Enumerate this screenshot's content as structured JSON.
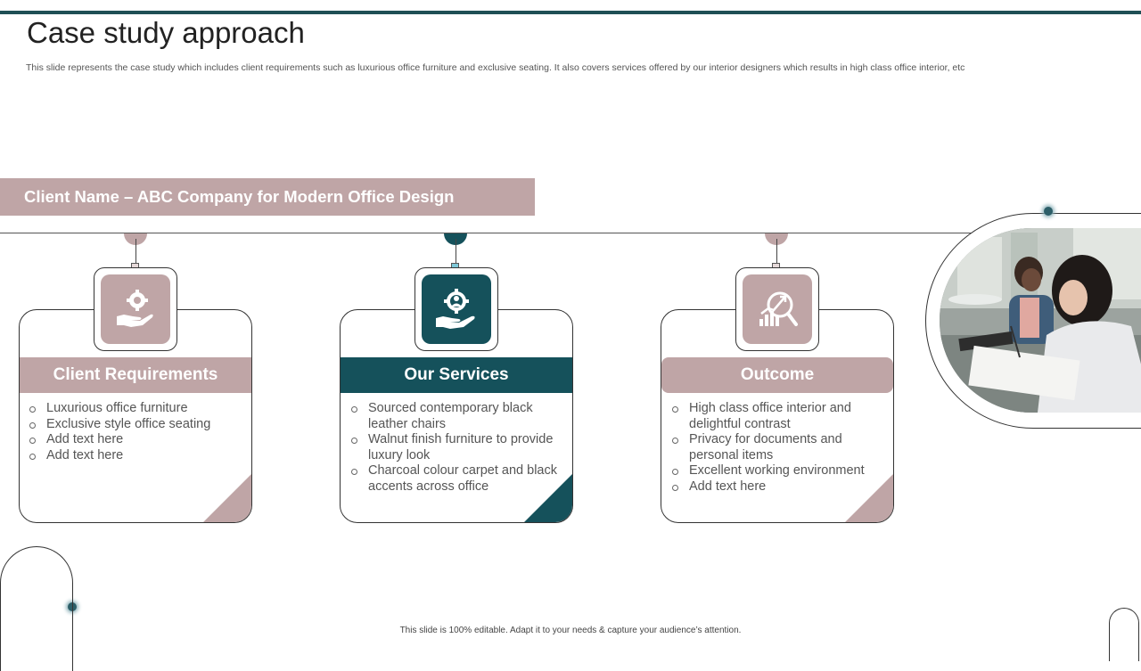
{
  "slide": {
    "title": "Case study approach",
    "subtitle": "This slide represents the case study which includes client requirements such as luxurious office furniture and exclusive seating. It also covers services offered by our interior designers which results in high class office interior, etc",
    "client_banner": "Client Name – ABC Company for Modern Office Design",
    "footer": "This slide is 100% editable.  Adapt it to your needs & capture your audience’s attention."
  },
  "colors": {
    "accent_teal": "#15515b",
    "accent_mauve": "#bfa5a6",
    "top_bar": "#1f4f55"
  },
  "cards": [
    {
      "heading": "Client Requirements",
      "icon": "hand-gear-icon",
      "items": [
        "Luxurious office furniture",
        "Exclusive style office seating",
        "Add text here",
        "Add text here"
      ]
    },
    {
      "heading": "Our Services",
      "icon": "hand-gear-person-icon",
      "items": [
        "Sourced contemporary black leather chairs",
        "Walnut finish furniture to provide luxury look",
        "Charcoal colour carpet and black accents across office"
      ]
    },
    {
      "heading": "Outcome",
      "icon": "growth-chart-magnifier-icon",
      "items": [
        "High class office interior and delightful contrast",
        "Privacy for documents and personal items",
        "Excellent working environment",
        "Add text here"
      ]
    }
  ],
  "photo": {
    "icon": "students-studying-photo"
  }
}
